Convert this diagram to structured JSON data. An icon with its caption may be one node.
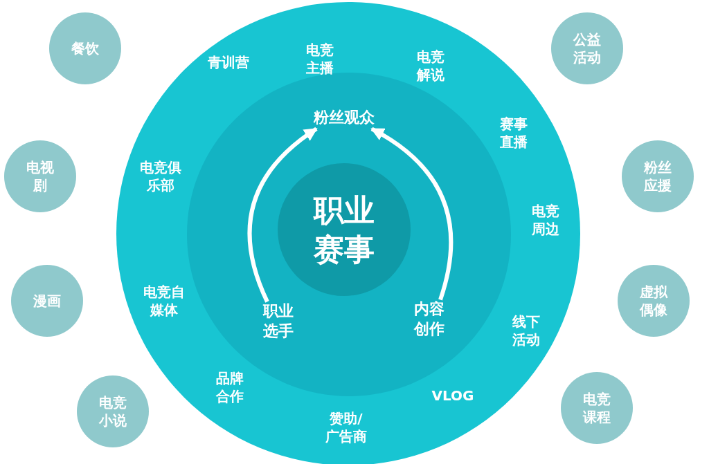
{
  "diagram": {
    "nodes": [
      {
        "text": [],
        "shape": "circle"
      },
      {
        "text": [
          "电竞主播"
        ],
        "in": 0
      },
      {
        "text": [
          "电竞解说"
        ],
        "in": 0
      },
      {
        "text": [
          "青训营"
        ],
        "in": 0
      },
      {
        "text": [
          "赛事直播"
        ],
        "in": 0
      },
      {
        "text": [
          "电竞俱乐部"
        ],
        "in": 0
      },
      {
        "text": [
          "电竞周边"
        ],
        "in": 0
      },
      {
        "text": [
          "电竞自媒体"
        ],
        "in": 0
      },
      {
        "text": [
          "线下活动"
        ],
        "in": 0
      },
      {
        "text": [
          "品牌合作"
        ],
        "in": 0
      },
      {
        "text": [
          "VLOG"
        ],
        "in": 0
      },
      {
        "text": [
          "赞助/广告商"
        ],
        "in": 0
      },
      {
        "text": [],
        "shape": "circle",
        "in": 0
      },
      {
        "text": [
          "粉丝观众"
        ],
        "in": 12
      },
      {
        "text": [
          "职业赛事"
        ],
        "in": 12
      },
      {
        "text": [
          "职业选手"
        ],
        "in": 12
      },
      {
        "text": [
          "内容创作"
        ],
        "in": 12
      },
      {
        "text": [
          "餐饮"
        ]
      },
      {
        "text": [
          "公益活动"
        ]
      },
      {
        "text": [
          "电视剧"
        ]
      },
      {
        "text": [
          "粉丝应援"
        ]
      },
      {
        "text": [
          "漫画"
        ]
      },
      {
        "text": [
          "虚拟偶像"
        ]
      },
      {
        "text": [
          "电竞小说"
        ]
      },
      {
        "text": [
          "电竞课程"
        ]
      }
    ],
    "edges": [
      {
        "from": 15,
        "to": 13,
        "arrow": "to"
      },
      {
        "from": 16,
        "to": 13,
        "arrow": "to"
      }
    ]
  }
}
